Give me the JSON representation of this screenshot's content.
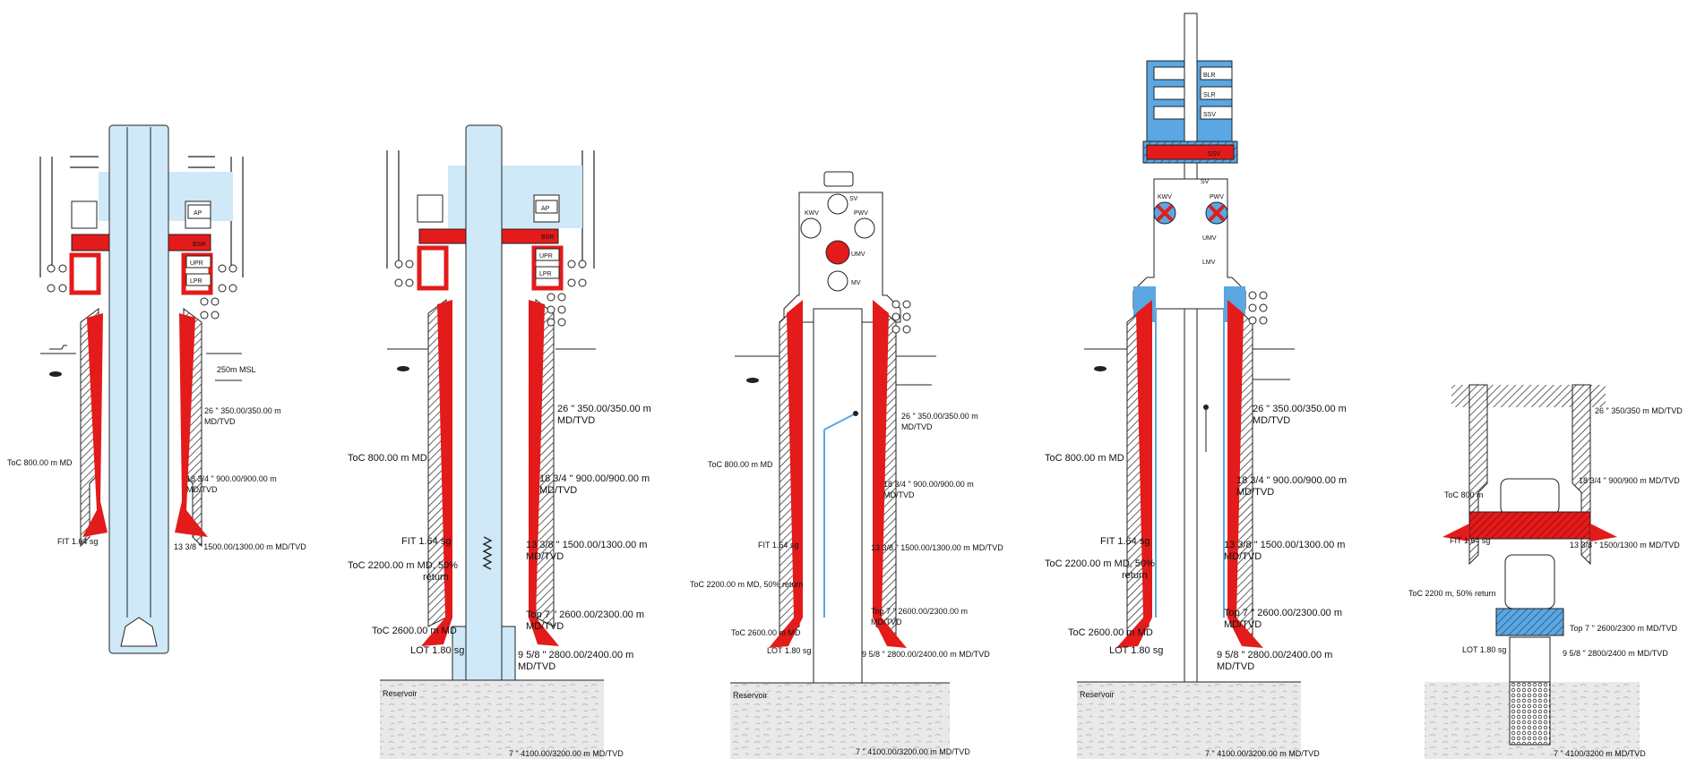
{
  "colors": {
    "cement": "#e31b1b",
    "fluid": "#cfe9f8",
    "blue_fill": "#5aa7e3",
    "outline": "#222222",
    "reservoir": "#e6e6e6"
  },
  "diagrams": [
    {
      "id": "d1",
      "equipment": [
        "AP",
        "BSR",
        "UPR",
        "LPR"
      ],
      "labels": {
        "msl": "250m MSL",
        "toc1": "ToC 800.00 m MD",
        "fit": "FIT 1.64 sg",
        "c26": "26 \" 350.00/350.00 m",
        "c26b": "MD/TVD",
        "c18": "18 3/4 \" 900.00/900.00 m",
        "c18b": "MD/TVD",
        "c13": "13 3/8 \" 1500.00/1300.00 m MD/TVD"
      }
    },
    {
      "id": "d2",
      "equipment": [
        "AP",
        "BSR",
        "UPR",
        "LPR"
      ],
      "labels": {
        "toc1": "ToC 800.00 m MD",
        "fit": "FIT 1.64 sg",
        "toc2a": "ToC 2200.00 m MD, 50%",
        "toc2b": "return",
        "toc3": "ToC 2600.00 m MD",
        "lot": "LOT 1.80 sg",
        "c26": "26 \" 350.00/350.00 m",
        "c26b": "MD/TVD",
        "c18": "18 3/4 \" 900.00/900.00 m",
        "c18b": "MD/TVD",
        "c13": "13 3/8 \" 1500.00/1300.00 m",
        "c13b": "MD/TVD",
        "c7top": "Top 7 '' 2600.00/2300.00 m",
        "c7topb": "MD/TVD",
        "c958": "9 5/8 \" 2800.00/2400.00 m",
        "c958b": "MD/TVD",
        "c7": "7 \" 4100.00/3200.00 m MD/TVD",
        "reservoir": "Reservoir"
      }
    },
    {
      "id": "d3",
      "equipment": [
        "KWV",
        "SV",
        "PWV",
        "UMV",
        "MV"
      ],
      "labels": {
        "toc1": "ToC 800.00 m MD",
        "fit": "FIT 1.64 sg",
        "toc2": "ToC 2200.00 m MD, 50% return",
        "toc3": "ToC 2600.00 m MD",
        "lot": "LOT 1.80 sg",
        "c26": "26 \" 350.00/350.00 m",
        "c26b": "MD/TVD",
        "c18": "18 3/4 \" 900.00/900.00 m",
        "c18b": "MD/TVD",
        "c13": "13 3/8 \" 1500.00/1300.00 m MD/TVD",
        "c7top": "Top 7 '' 2600.00/2300.00 m",
        "c7topb": "MD/TVD",
        "c958": "9 5/8 \" 2800.00/2400.00 m MD/TVD",
        "c7": "7 \" 4100.00/3200.00 m MD/TVD",
        "reservoir": "Reservoir"
      }
    },
    {
      "id": "d4",
      "equipment": [
        "BLR",
        "SLR",
        "SSV",
        "SSV",
        "KWV",
        "SV",
        "PWV",
        "UMV",
        "LMV"
      ],
      "labels": {
        "toc1": "ToC 800.00 m MD",
        "fit": "FIT 1.64 sg",
        "toc2a": "ToC 2200.00 m MD, 50%",
        "toc2b": "return",
        "toc3": "ToC 2600.00 m MD",
        "lot": "LOT 1.80 sg",
        "c26": "26 \" 350.00/350.00 m",
        "c26b": "MD/TVD",
        "c18": "18 3/4 \" 900.00/900.00 m",
        "c18b": "MD/TVD",
        "c13": "13 3/8 \" 1500.00/1300.00 m",
        "c13b": "MD/TVD",
        "c7top": "Top 7 '' 2600.00/2300.00 m",
        "c7topb": "MD/TVD",
        "c958": "9 5/8 \" 2800.00/2400.00 m",
        "c958b": "MD/TVD",
        "c7": "7 \" 4100.00/3200.00 m MD/TVD",
        "reservoir": "Reservoir"
      }
    },
    {
      "id": "d5",
      "equipment": [],
      "labels": {
        "toc1": "ToC 800 m",
        "fit": "FIT 1.64 sg",
        "toc2": "ToC 2200 m, 50% return",
        "lot": "LOT 1.80 sg",
        "c26": "26 \" 350/350 m MD/TVD",
        "c18": "18 3/4 \" 900/900 m MD/TVD",
        "c13": "13 3/8 \" 1500/1300 m MD/TVD",
        "c7top": "Top 7 '' 2600/2300 m MD/TVD",
        "c958": "9 5/8 \" 2800/2400 m MD/TVD",
        "c7": "7 \" 4100/3200 m MD/TVD"
      }
    }
  ]
}
